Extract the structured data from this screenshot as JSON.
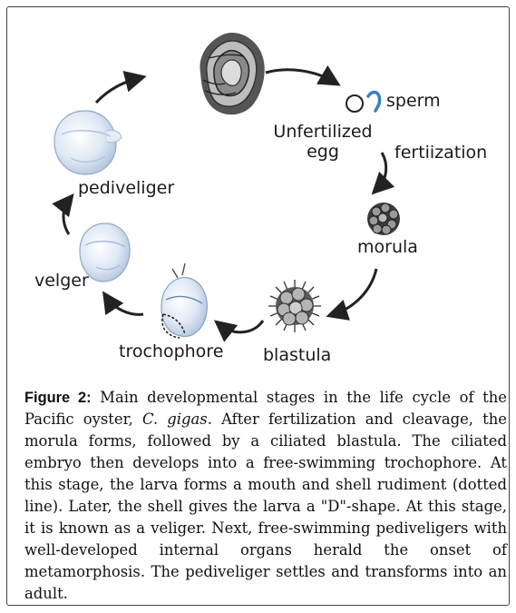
{
  "diagram": {
    "labels": {
      "sperm": "sperm",
      "unfertilized_egg": "Unfertilized\negg",
      "fertilization": "fertiization",
      "morula": "morula",
      "blastula": "blastula",
      "trochophore": "trochophore",
      "velger": "velger",
      "pediveliger": "pediveliger"
    },
    "colors": {
      "arrow": "#222222",
      "sperm": "#3a7fc4",
      "larva_blue": "#cfdcee"
    }
  },
  "caption": {
    "figure_label": "Figure 2:",
    "text_before_species": " Main developmental stages in the life cycle of the Pacific oyster, ",
    "species": "C. gigas",
    "text_after_species": ". After fertilization and cleavage, the morula forms, followed by a ciliated blastula. The ciliated embryo then develops into a free-swimming trochophore. At this stage, the larva forms a mouth and shell rudiment (dotted line). Later, the shell gives the larva a \"D\"-shape. At this stage, it is known as a veliger. Next, free-swimming pediveligers with well-developed internal organs herald the onset of metamorphosis. The pediveliger settles and transforms into an adult."
  }
}
